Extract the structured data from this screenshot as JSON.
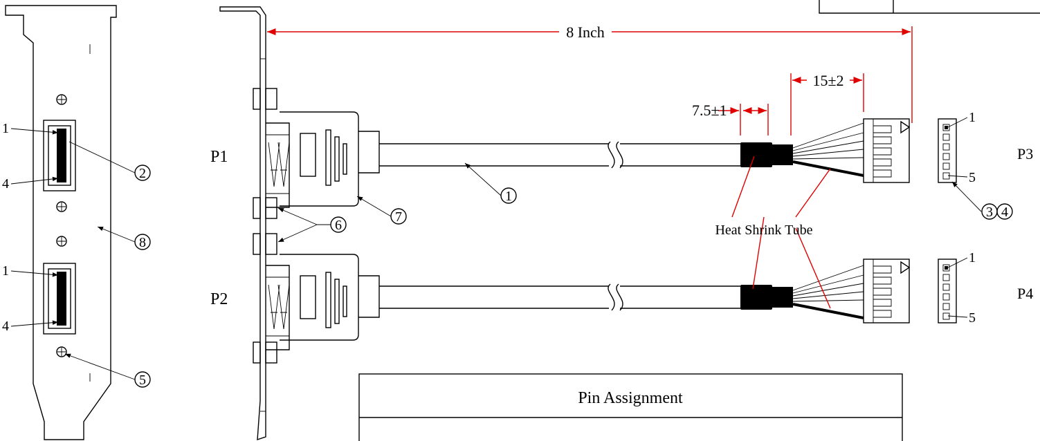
{
  "dimensions": {
    "overall_length": "8 Inch",
    "heat_shrink_length": "7.5±1",
    "wire_strip_length": "15±2"
  },
  "connectors": {
    "p1": "P1",
    "p2": "P2",
    "p3": "P3",
    "p4": "P4"
  },
  "pins": {
    "usb_first": "1",
    "usb_last": "4",
    "header_first": "1",
    "header_last": "5"
  },
  "callouts": {
    "c1": "1",
    "c2": "2",
    "c3": "3",
    "c4": "4",
    "c5": "5",
    "c6": "6",
    "c7": "7",
    "c8": "8"
  },
  "annotations": {
    "heat_shrink": "Heat Shrink Tube"
  },
  "table": {
    "title": "Pin Assignment"
  },
  "colors": {
    "dimension_lines": "#e00000",
    "drawing_lines": "#000000"
  }
}
